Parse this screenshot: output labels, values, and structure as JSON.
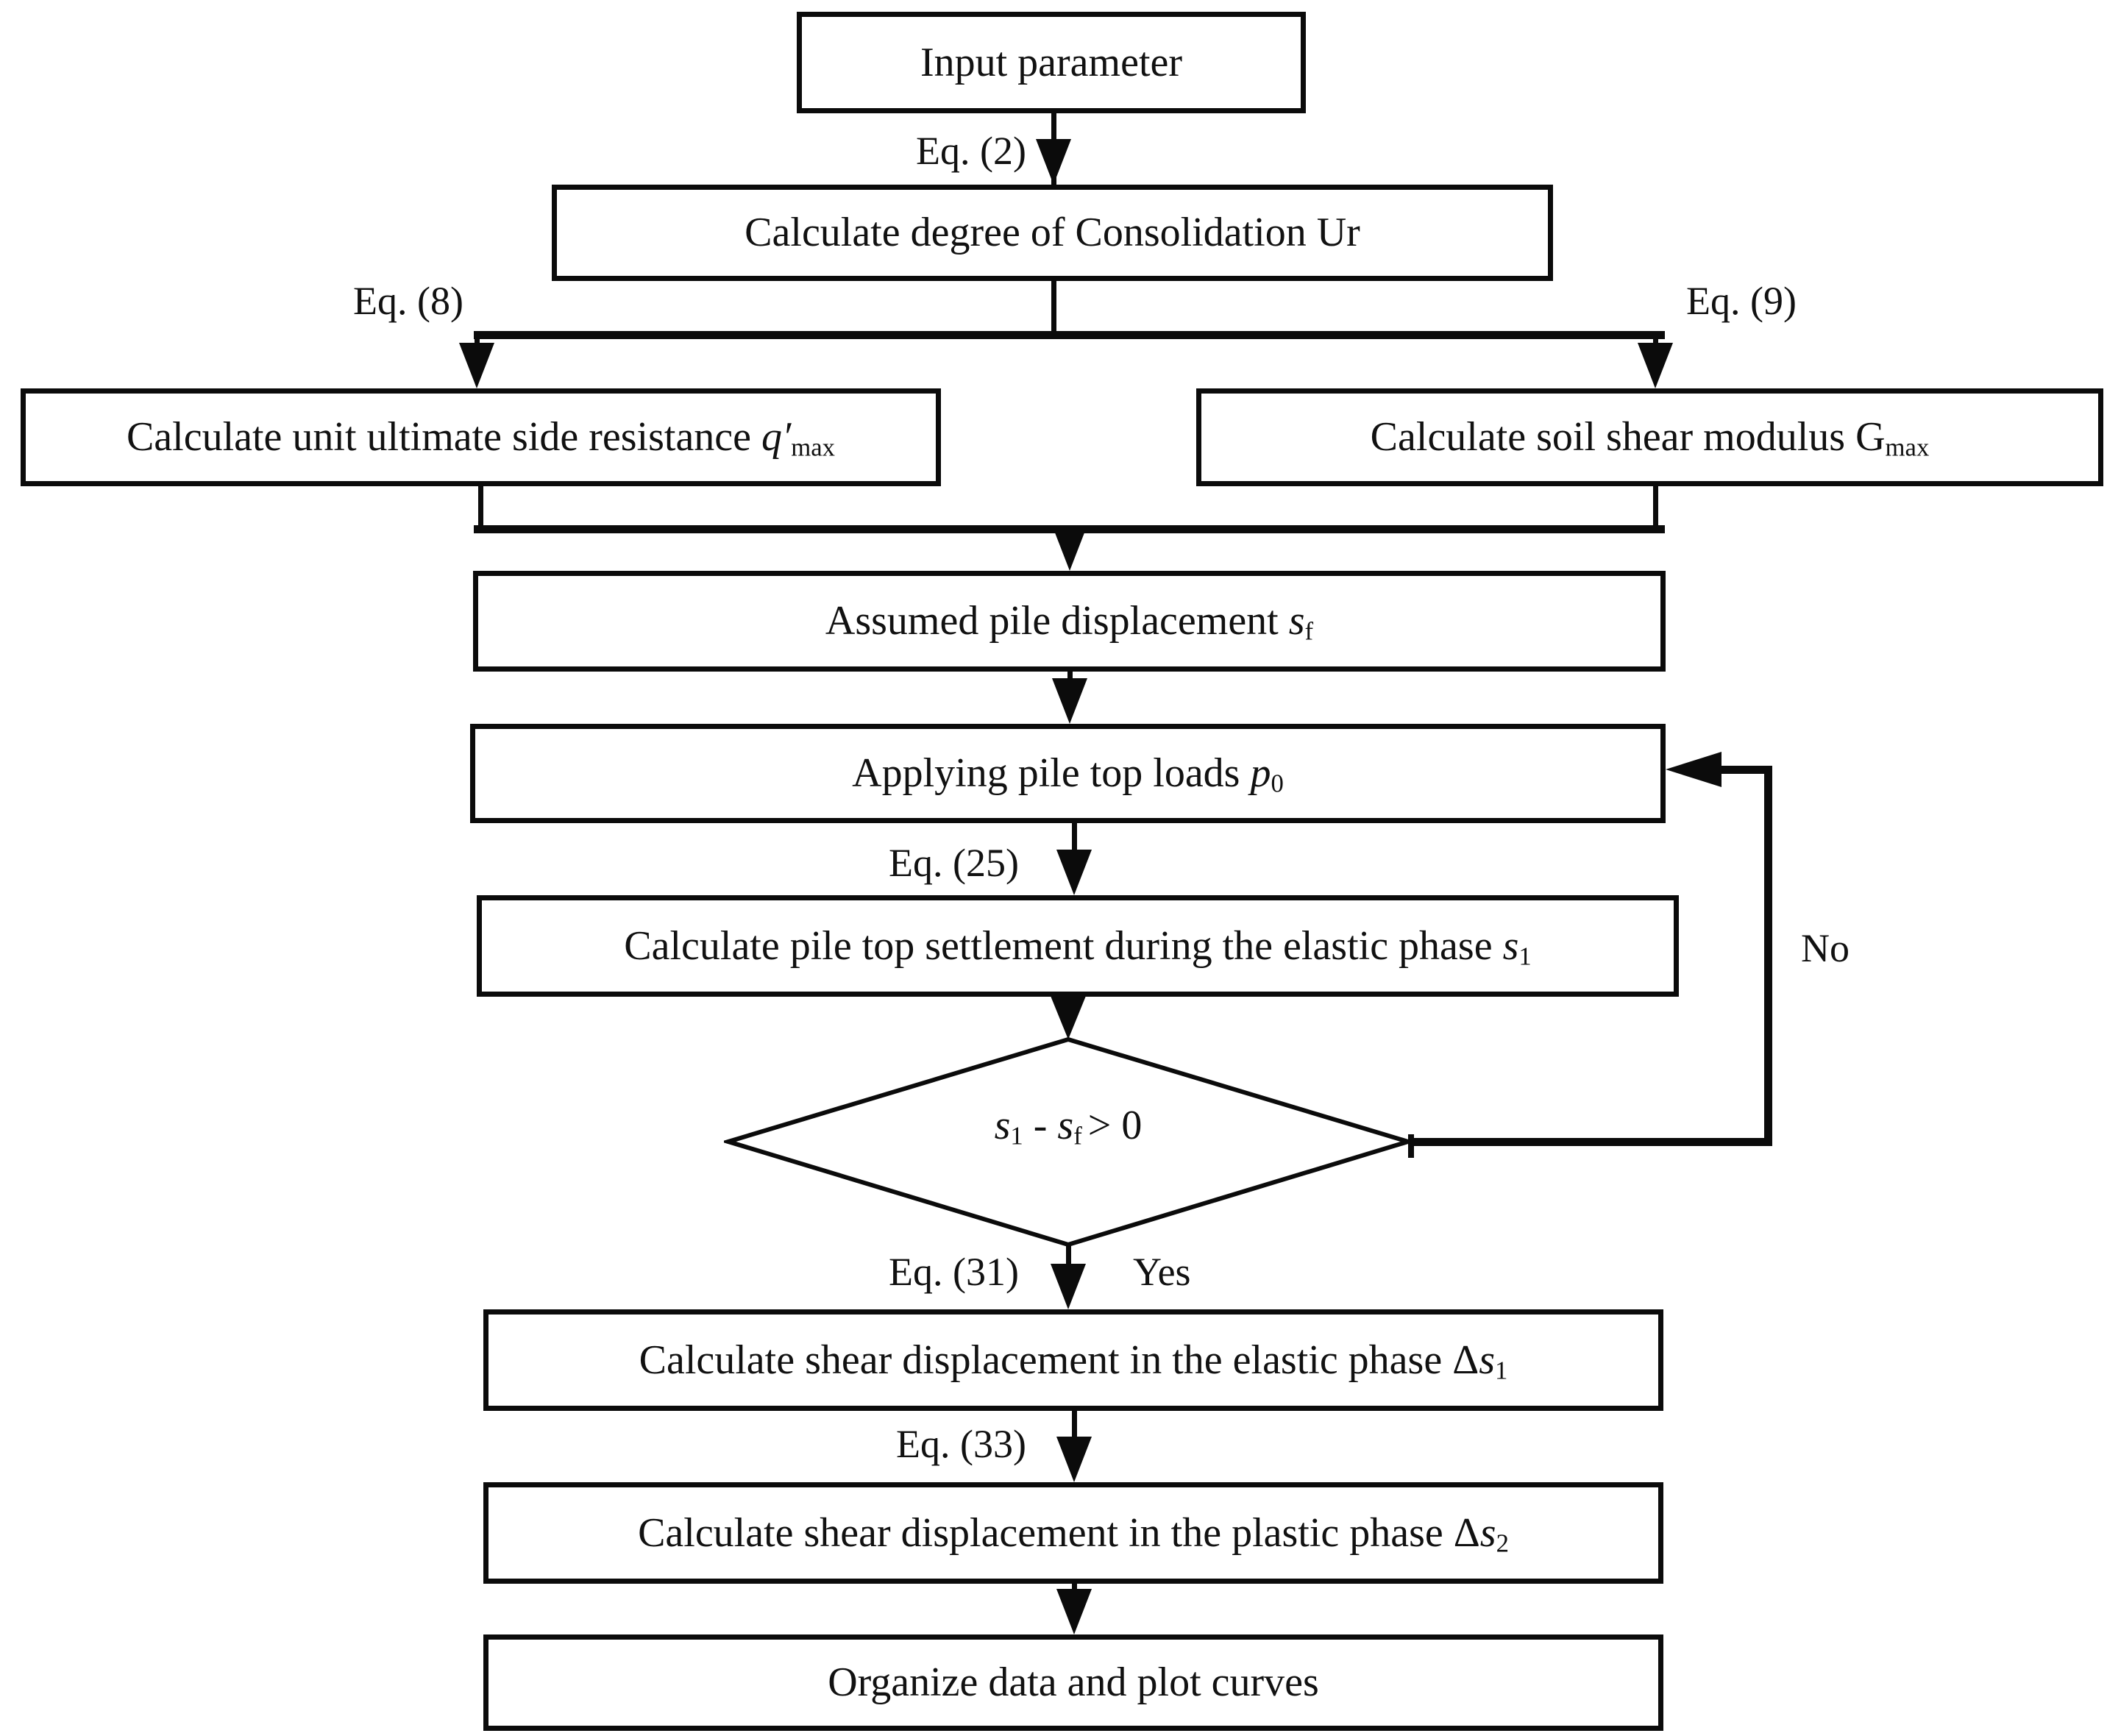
{
  "flowchart": {
    "nodes": {
      "input": {
        "text": "Input parameter"
      },
      "consolidation": {
        "text": "Calculate degree of Consolidation Ur"
      },
      "side_resistance": {
        "text": "Calculate unit ultimate side resistance ",
        "symbol": "q′",
        "subscript": "max"
      },
      "shear_modulus": {
        "text": "Calculate soil shear modulus G",
        "subscript": "max"
      },
      "assumed_displacement": {
        "text": "Assumed pile displacement ",
        "symbol": "s",
        "subscript": "f"
      },
      "apply_loads": {
        "text": "Applying pile top loads ",
        "symbol": "p",
        "subscript": "0"
      },
      "settlement": {
        "text": "Calculate pile top settlement during the elastic phase ",
        "symbol": "s",
        "subscript": "1"
      },
      "decision": {
        "sym1": "s",
        "sub1": "1",
        "operator": " - ",
        "sym2": "s",
        "sub2": "f",
        "comparison": "> 0"
      },
      "elastic_shear": {
        "text": "Calculate shear displacement in the elastic phase Δ",
        "symbol": "s",
        "subscript": "1"
      },
      "plastic_shear": {
        "text": "Calculate shear displacement in the plastic phase Δ",
        "symbol": "s",
        "subscript": "2"
      },
      "organize": {
        "text": "Organize data and plot curves"
      }
    },
    "edge_labels": {
      "eq2": "Eq. (2)",
      "eq8": "Eq. (8)",
      "eq9": "Eq. (9)",
      "eq25": "Eq. (25)",
      "eq31": "Eq. (31)",
      "eq33": "Eq. (33)",
      "yes": "Yes",
      "no": "No"
    },
    "colors": {
      "line": "#0b0b0b",
      "background": "#ffffff",
      "text": "#111111"
    }
  }
}
